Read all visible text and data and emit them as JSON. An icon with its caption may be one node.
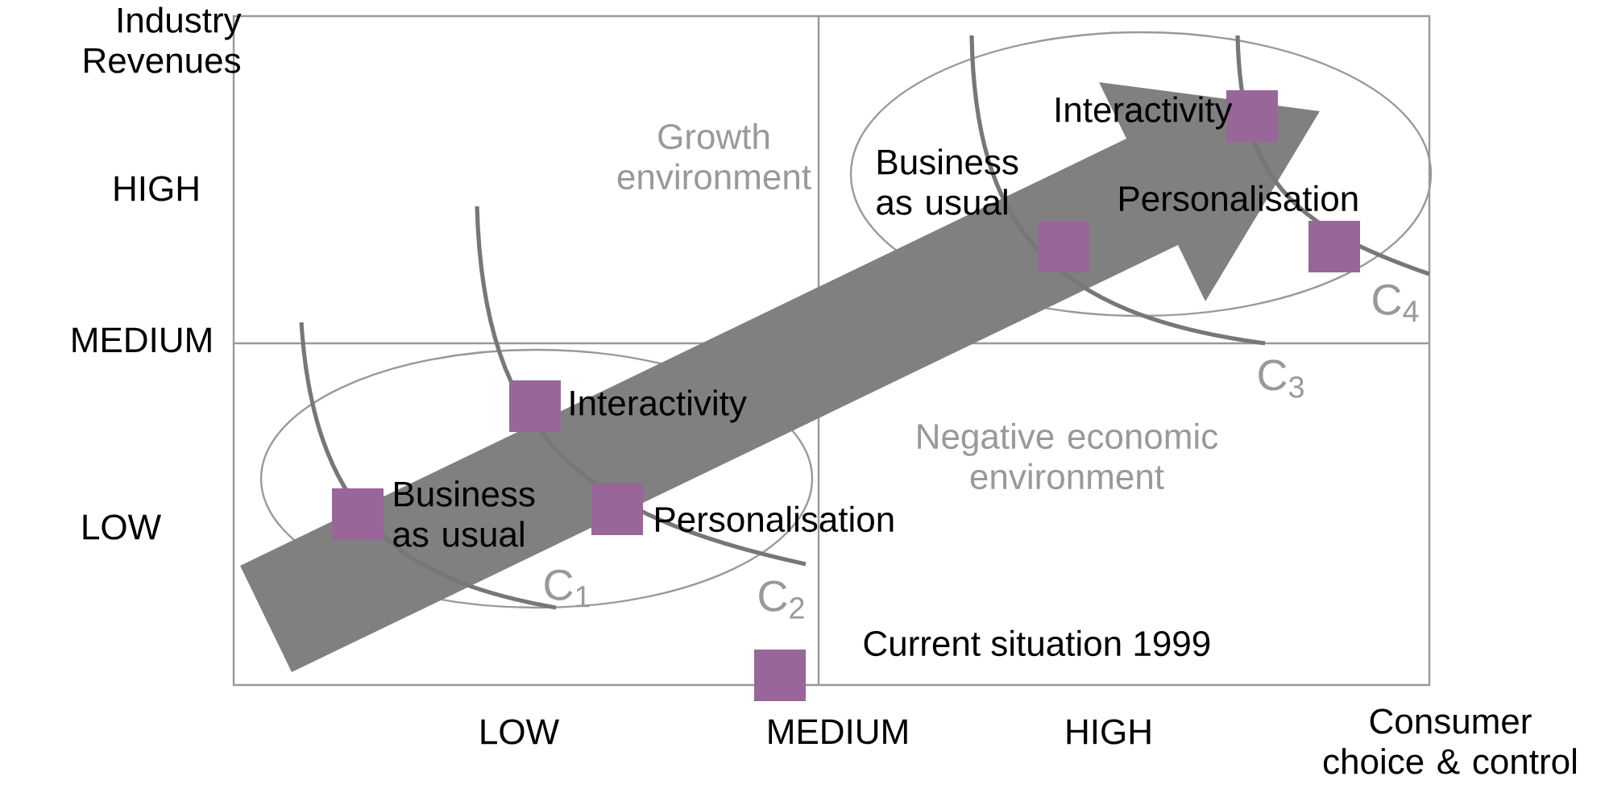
{
  "diagram": {
    "nodes": [
      {
        "text": [],
        "shape": "ellipse"
      },
      {
        "text": [],
        "shape": "box",
        "beside": [
          "Business as usual"
        ],
        "in": 0
      },
      {
        "text": [],
        "shape": "box",
        "beside": [
          "Interactivity"
        ],
        "in": 0
      },
      {
        "text": [],
        "shape": "box",
        "beside": [
          "Personalisation"
        ],
        "in": 0
      },
      {
        "text": [],
        "shape": "ellipse"
      },
      {
        "text": [],
        "shape": "box",
        "beside": [
          "Business as usual"
        ],
        "in": 4
      },
      {
        "text": [],
        "shape": "box",
        "beside": [
          "Interactivity"
        ],
        "in": 4
      },
      {
        "text": [],
        "shape": "box",
        "beside": [
          "Personalisation"
        ],
        "in": 4
      },
      {
        "text": [],
        "shape": "box",
        "beside": [
          "Current situation 1999"
        ]
      }
    ],
    "labels": [
      "Industry Revenues",
      "Growth environment",
      "HIGH",
      "MEDIUM",
      "Negative economic environment",
      "LOW",
      "C$_{4}$",
      "C$_{3}$",
      "C$_{1}$",
      "C$_{2}$",
      "LOW",
      "MEDIUM",
      "HIGH",
      "Consumer choice & control"
    ]
  }
}
